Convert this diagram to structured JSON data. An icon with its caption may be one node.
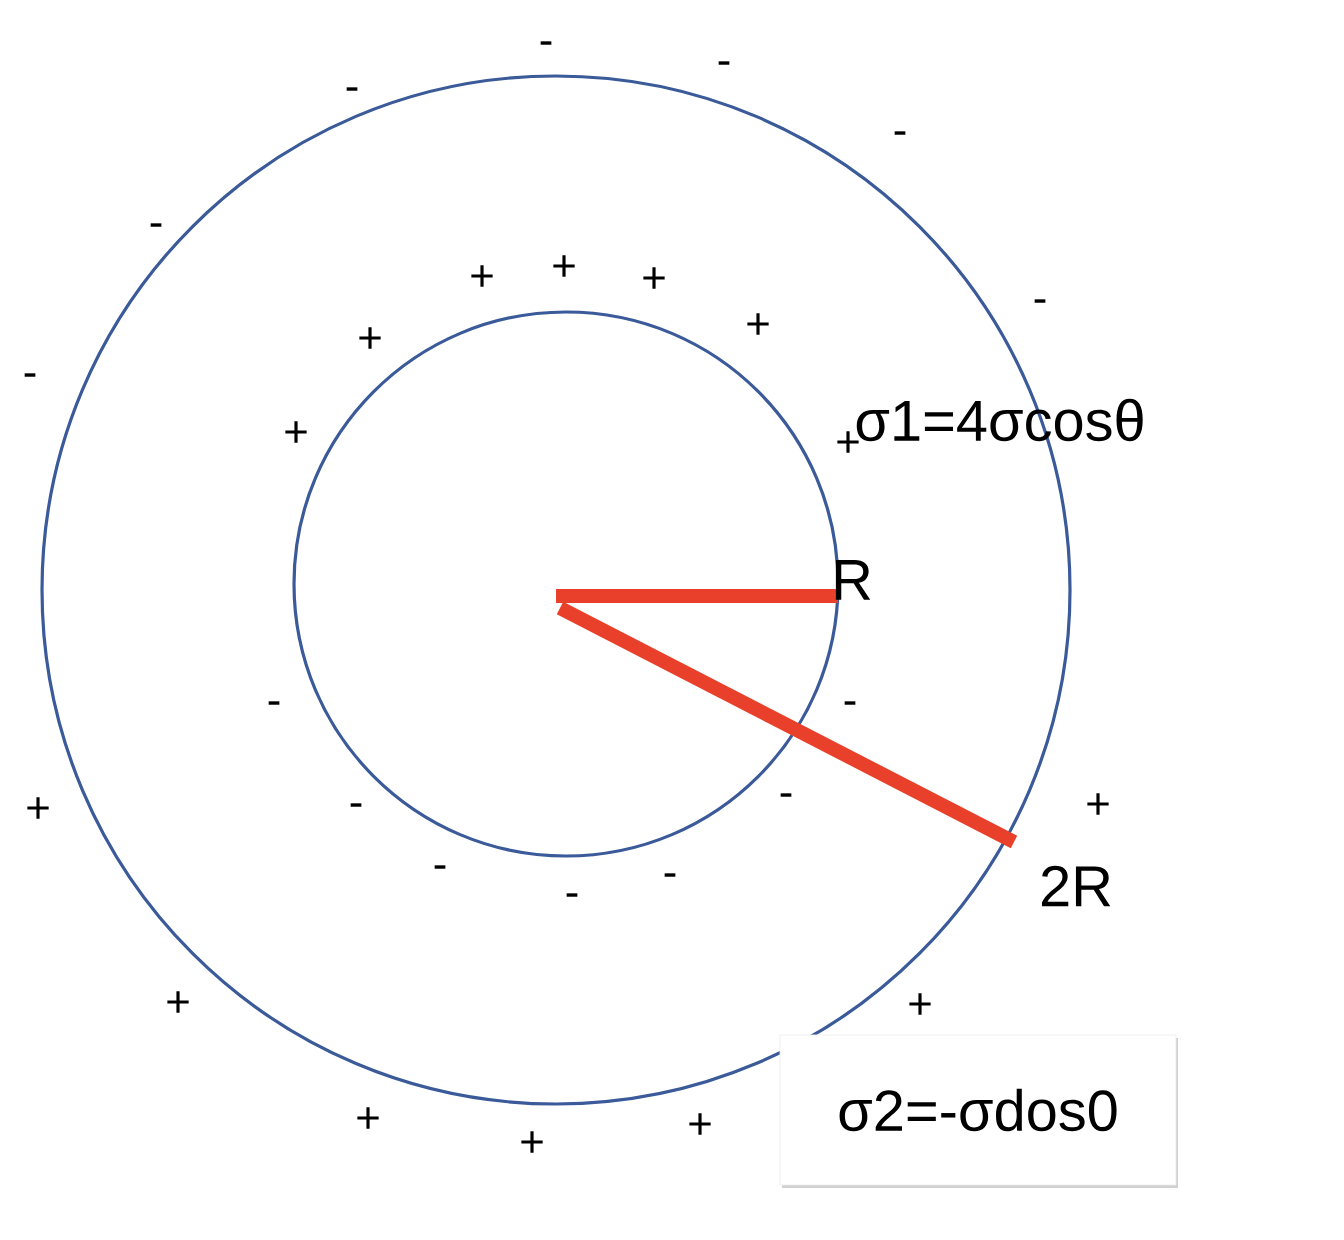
{
  "diagram": {
    "nodes": [
      {
        "text": [
          "σ2=-σdos0"
        ]
      }
    ],
    "labels": [
      "-",
      "-",
      "-",
      "-",
      "-",
      "+",
      "+",
      "+",
      "+",
      "+",
      "-",
      "-",
      "+",
      "σ1=4σcosθ",
      "+",
      "R",
      "-",
      "-",
      "+",
      "-",
      "-",
      "+",
      "2R",
      "-",
      "-",
      "-",
      "+",
      "+",
      "+",
      "+",
      "+"
    ]
  }
}
